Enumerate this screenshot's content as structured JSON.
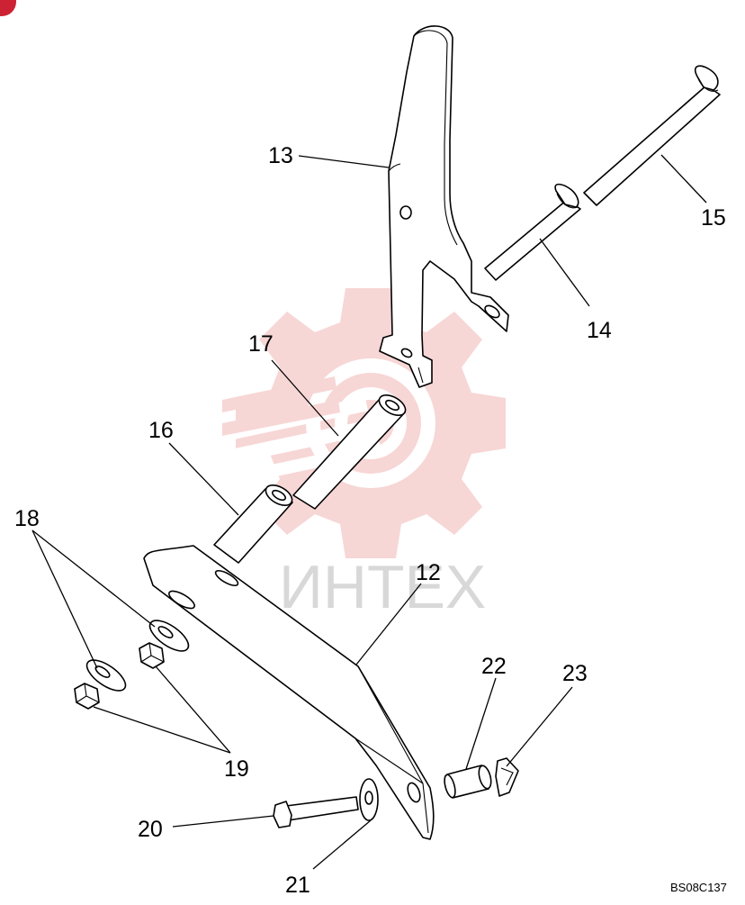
{
  "diagram": {
    "badge": "",
    "watermark_text": "ИНТЕХ",
    "reference_code": "BS08C137",
    "callouts": [
      "12",
      "13",
      "14",
      "15",
      "16",
      "17",
      "18",
      "19",
      "20",
      "21",
      "22",
      "23"
    ],
    "colors": {
      "line": "#000000",
      "watermark": "#f2b6b6",
      "badge": "#cc2233"
    }
  }
}
